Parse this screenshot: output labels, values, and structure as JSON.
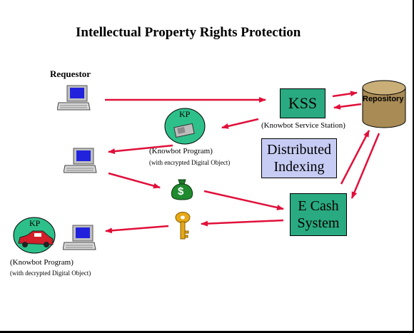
{
  "title": "Intellectual Property Rights Protection",
  "requestor_label": "Requestor",
  "kss": {
    "label": "KSS",
    "caption": "(Knowbot Service Station)"
  },
  "repository_label": "Repository",
  "distributed_indexing": {
    "line1": "Distributed",
    "line2": "Indexing"
  },
  "ecash": {
    "line1": "E Cash",
    "line2": "System"
  },
  "kp_encrypted": {
    "badge": "KP",
    "line1": "(Knowbot Program)",
    "line2": "(with encrypted Digital Object)"
  },
  "kp_decrypted": {
    "badge": "KP",
    "line1": "(Knowbot Program)",
    "line2": "(with decrypted Digital Object)"
  },
  "money_symbol": "$",
  "icons": [
    "computer-icon",
    "knowbot-icon",
    "money-bag-icon",
    "key-icon",
    "database-icon",
    "arrow-icon"
  ],
  "colors": {
    "arrow": "#e0103a",
    "box_fill": "#2aaa80",
    "indexing_fill": "#c7ccf4",
    "repository": "#a88b55",
    "kp_circle": "#2ec08a",
    "car": "#d21f2a"
  }
}
